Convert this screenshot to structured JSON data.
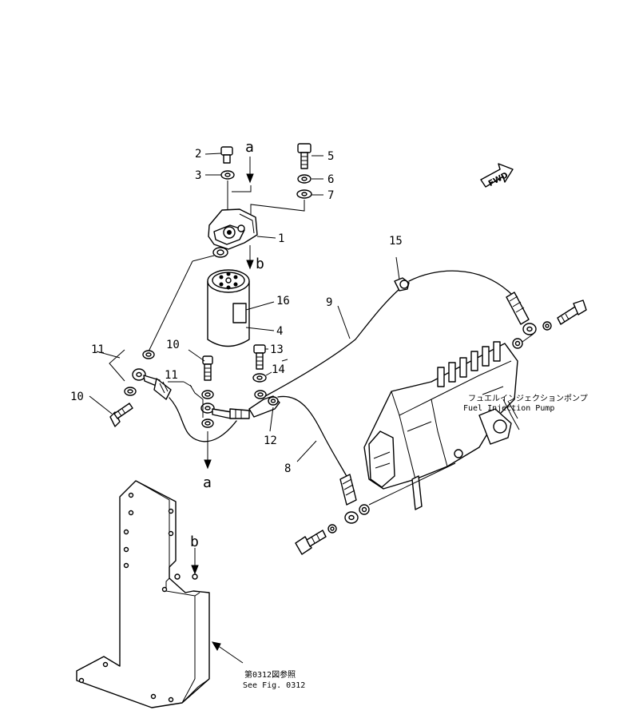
{
  "callouts": {
    "c1": "1",
    "c2": "2",
    "c3": "3",
    "c4": "4",
    "c5": "5",
    "c6": "6",
    "c7": "7",
    "c8": "8",
    "c9": "9",
    "c10a": "10",
    "c10b": "10",
    "c11a": "11",
    "c11b": "11",
    "c12": "12",
    "c13": "13",
    "c14": "14",
    "c15": "15",
    "c16": "16"
  },
  "letters": {
    "a_top": "a",
    "a_bottom": "a",
    "b_top": "b",
    "b_bottom": "b"
  },
  "fwd_label": "FWD",
  "pump_label_jp": "フュエルインジェクションポンプ",
  "pump_label_en": "Fuel Injection Pump",
  "ref_jp": "第0312図参照",
  "ref_en": "See Fig. 0312"
}
